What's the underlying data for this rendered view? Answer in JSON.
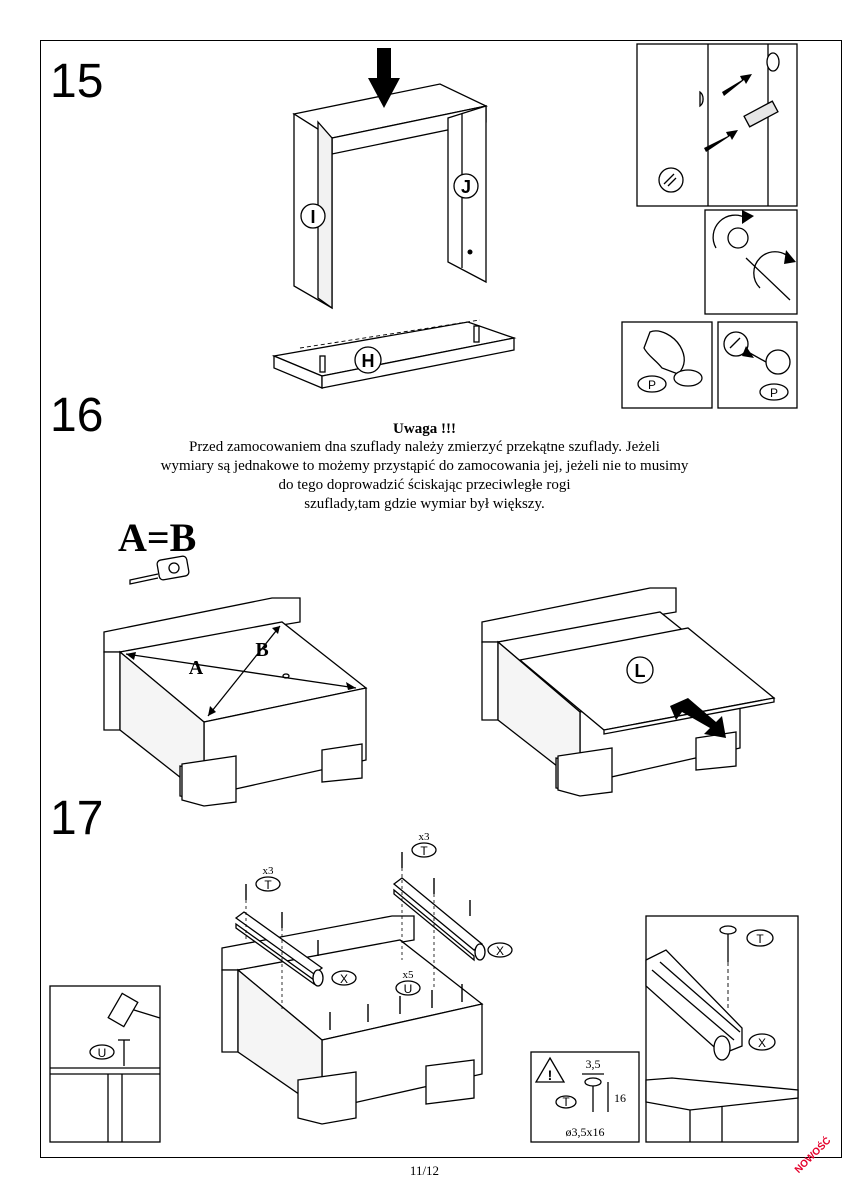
{
  "steps": {
    "s15": "15",
    "s16": "16",
    "s17": "17"
  },
  "warning": {
    "title": "Uwaga !!!",
    "lines": [
      "Przed zamocowaniem dna szuflady należy zmierzyć przekątne szuflady. Jeżeli",
      "wymiary są jednakowe to możemy przystąpić do zamocowania jej,  jeżeli nie to musimy",
      "do tego doprowadzić ściskając przeciwległe rogi",
      "szuflady,tam gdzie wymiar był większy."
    ]
  },
  "formula": "A=B",
  "parts": {
    "I": "I",
    "J": "J",
    "H": "H",
    "L": "L",
    "P": "P",
    "T": "T",
    "U": "U",
    "X": "X",
    "A": "A",
    "B": "B"
  },
  "quantities": {
    "t_left": "x3",
    "t_right": "x3",
    "u": "x5"
  },
  "screw_spec": {
    "head": "3,5",
    "length": "16",
    "size": "ø3,5x16"
  },
  "page_number": "11/12",
  "badge": "NOWOŚĆ"
}
